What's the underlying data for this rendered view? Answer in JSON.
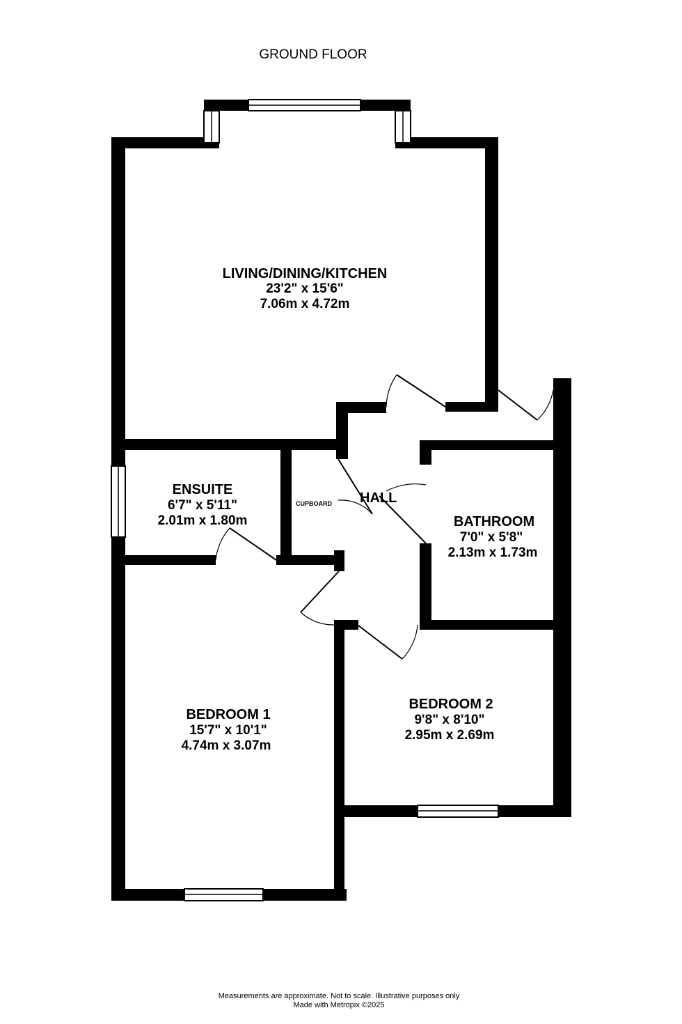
{
  "floor_title": "GROUND FLOOR",
  "rooms": {
    "living": {
      "name": "LIVING/DINING/KITCHEN",
      "imperial": "23'2\"  x 15'6\"",
      "metric": "7.06m  x 4.72m"
    },
    "ensuite": {
      "name": "ENSUITE",
      "imperial": "6'7\"  x 5'11\"",
      "metric": "2.01m  x 1.80m"
    },
    "cupboard": {
      "name": "CUPBOARD"
    },
    "hall": {
      "name": "HALL"
    },
    "bathroom": {
      "name": "BATHROOM",
      "imperial": "7'0\"  x 5'8\"",
      "metric": "2.13m  x 1.73m"
    },
    "bedroom1": {
      "name": "BEDROOM 1",
      "imperial": "15'7\"  x 10'1\"",
      "metric": "4.74m  x 3.07m"
    },
    "bedroom2": {
      "name": "BEDROOM 2",
      "imperial": "9'8\"  x 8'10\"",
      "metric": "2.95m  x 2.69m"
    }
  },
  "footer": {
    "line1": "Measurements are approximate.  Not to scale.  Illustrative purposes only",
    "line2": "Made with Metropix ©2025"
  }
}
